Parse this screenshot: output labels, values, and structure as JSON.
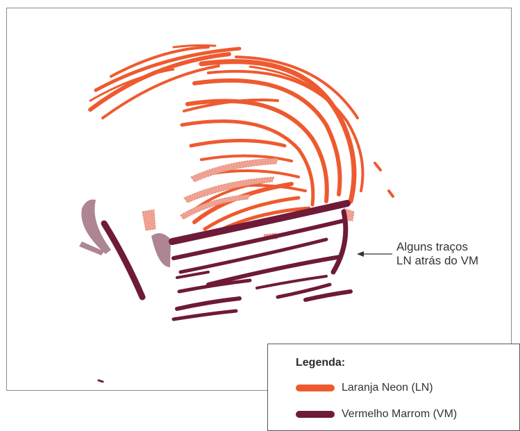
{
  "annotation": {
    "line1": "Alguns traços",
    "line2": "LN atrás do VM"
  },
  "legend": {
    "title": "Legenda:",
    "items": [
      {
        "label": "Laranja Neon (LN)",
        "color": "#ee5a2f"
      },
      {
        "label": "Vermelho Marrom (VM)",
        "color": "#6e1a38"
      }
    ]
  },
  "colors": {
    "laranja_neon": "#ee5a2f",
    "laranja_neon_pale": "#f0a292",
    "vermelho_marrom": "#6e1a38",
    "vermelho_marrom_pale": "#a07080",
    "frame": "#8a8a8a"
  }
}
